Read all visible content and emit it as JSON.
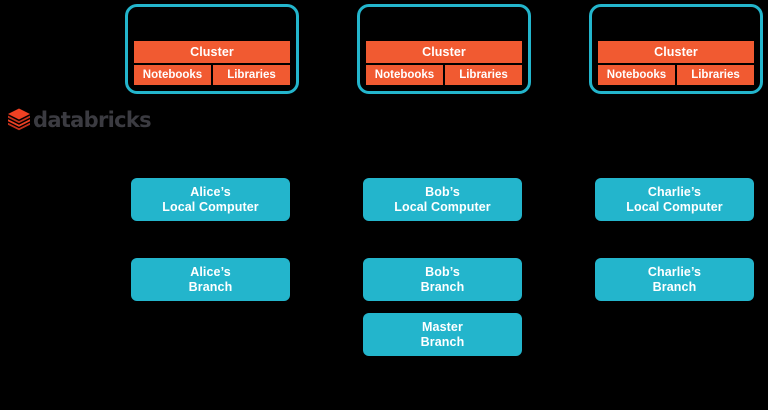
{
  "colors": {
    "teal": "#23b5cc",
    "orange": "#f15a31",
    "logo_text": "#3b3b41",
    "background": "#000000",
    "white": "#ffffff"
  },
  "clusters": [
    {
      "name": "cluster-group-1",
      "title": "Cluster",
      "items": [
        "Notebooks",
        "Libraries"
      ]
    },
    {
      "name": "cluster-group-2",
      "title": "Cluster",
      "items": [
        "Notebooks",
        "Libraries"
      ]
    },
    {
      "name": "cluster-group-3",
      "title": "Cluster",
      "items": [
        "Notebooks",
        "Libraries"
      ]
    }
  ],
  "brand": {
    "logo_icon": "databricks-stacked-cube-icon",
    "wordmark": "databricks"
  },
  "local_computers": [
    {
      "line1": "Alice’s",
      "line2": "Local Computer"
    },
    {
      "line1": "Bob’s",
      "line2": "Local Computer"
    },
    {
      "line1": "Charlie’s",
      "line2": "Local Computer"
    }
  ],
  "branches": [
    {
      "line1": "Alice’s",
      "line2": "Branch"
    },
    {
      "line1": "Bob’s",
      "line2": "Branch"
    },
    {
      "line1": "Charlie’s",
      "line2": "Branch"
    }
  ],
  "master": {
    "line1": "Master",
    "line2": "Branch"
  }
}
